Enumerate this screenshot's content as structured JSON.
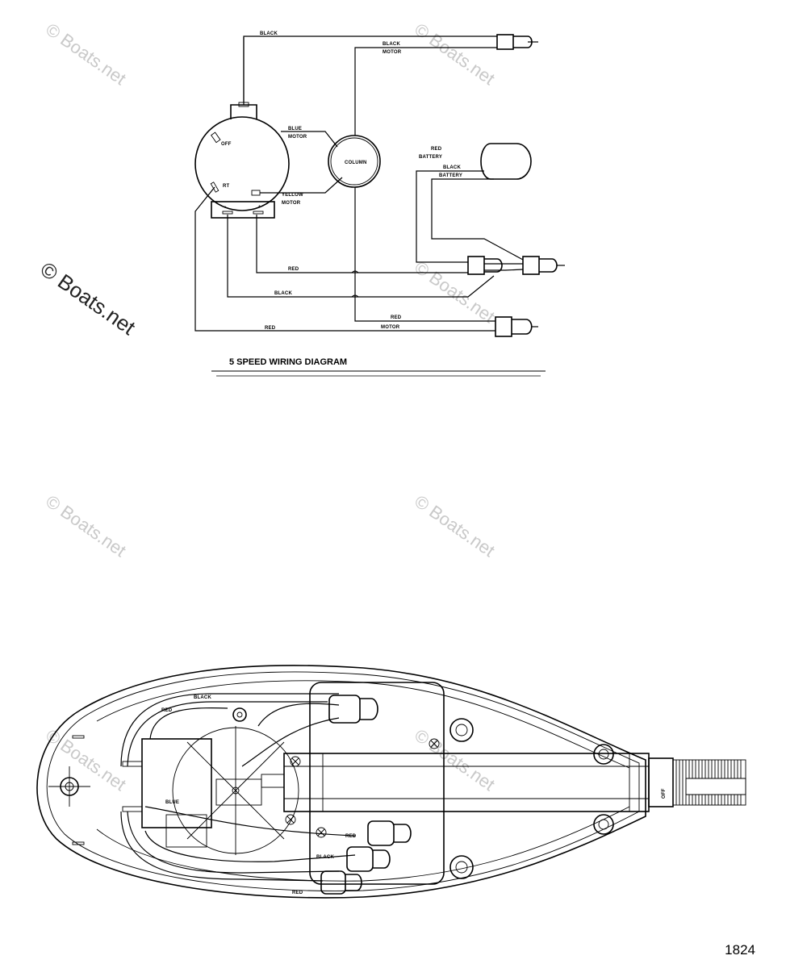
{
  "diagram_title": "5 SPEED WIRING DIAGRAM",
  "figure_number": "1824",
  "watermark": "© Boats.net",
  "wire_labels": {
    "black_top": "BLACK",
    "black_motor": "BLACK",
    "motor_1": "MOTOR",
    "blue": "BLUE",
    "motor_2": "MOTOR",
    "column": "COLUMN",
    "yellow": "YELLOW",
    "motor_3": "MOTOR",
    "red_battery": "RED",
    "battery_1": "BATTERY",
    "black_battery": "BLACK",
    "battery_2": "BATTERY",
    "red_mid": "RED",
    "black_mid": "BLACK",
    "red_motor": "RED",
    "motor_4": "MOTOR",
    "red_bottom": "RED"
  },
  "head_labels": {
    "black": "BLACK",
    "red_1": "RED",
    "red_2": "RED",
    "black_2": "BLACK",
    "red_3": "RED",
    "blue": "BLUE",
    "off": "OFF"
  }
}
